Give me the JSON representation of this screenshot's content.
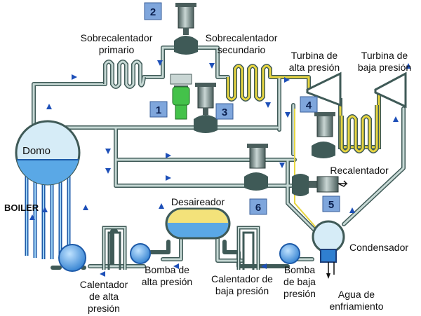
{
  "labels": {
    "sobrecalentador_primario": [
      "Sobrecalentador",
      "primario"
    ],
    "sobrecalentador_secundario": [
      "Sobrecalentador",
      "secundario"
    ],
    "turbina_alta": [
      "Turbina de",
      "alta presión"
    ],
    "turbina_baja": [
      "Turbina de",
      "baja presión"
    ],
    "domo": "Domo",
    "boiler": "BOILER",
    "recalentador": "Recalentador",
    "desaireador": "Desaireador",
    "condensador": "Condensador",
    "calentador_alta": [
      "Calentador",
      "de alta",
      "presión"
    ],
    "bomba_alta": [
      "Bomba de",
      "alta presión"
    ],
    "calentador_baja": [
      "Calentador de",
      "baja presión"
    ],
    "bomba_baja": [
      "Bomba",
      "de baja",
      "presión"
    ],
    "agua_enfriamiento": [
      "Agua de",
      "enfriamiento"
    ]
  },
  "valve_numbers": [
    "1",
    "2",
    "3",
    "4",
    "5",
    "6"
  ],
  "colors": {
    "pipe": "#8fa9a3",
    "pipe_dark": "#3f5a57",
    "steam_hot": "#e8d640",
    "vessel_blue": "#5aa8e6",
    "vessel_light": "#d6ecf7",
    "desaireador_yellow": "#f3e27a",
    "number_box": "#7fa6dc",
    "arrow": "#1d4fb8",
    "valve_green": "#44c24a"
  }
}
